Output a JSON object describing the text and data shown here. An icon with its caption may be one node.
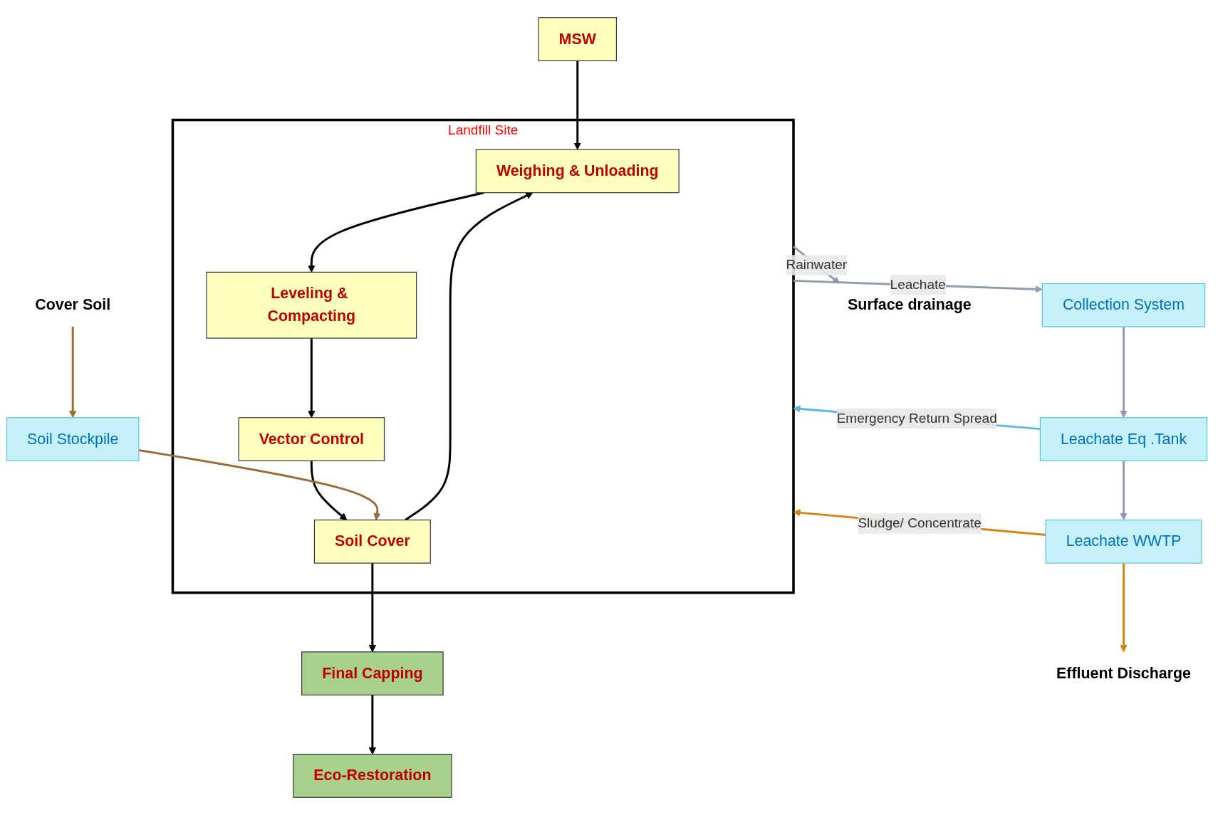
{
  "diagram": {
    "nodes": [
      {
        "text": [
          "Landfill Site"
        ]
      },
      {
        "text": [
          "MSW"
        ]
      },
      {
        "text": [
          "Weighing & Unloading"
        ],
        "in": 0
      },
      {
        "text": [
          "Leveling & Compacting"
        ],
        "in": 0
      },
      {
        "text": [
          "Vector Control"
        ],
        "in": 0
      },
      {
        "text": [
          "Soil Cover"
        ],
        "in": 0
      },
      {
        "text": [
          "Final Capping"
        ]
      },
      {
        "text": [
          "Eco-Restoration"
        ]
      },
      {
        "text": [
          "Collection System"
        ]
      },
      {
        "text": [
          "Leachate Eq .Tank"
        ]
      },
      {
        "text": [
          "Leachate WWTP"
        ]
      },
      {
        "text": [
          "Soil Stockpile"
        ]
      },
      {
        "text": [
          "Cover Soil"
        ]
      },
      {
        "text": [
          "Surface drainage"
        ]
      },
      {
        "text": [
          "Effluent Discharge"
        ]
      }
    ],
    "edges": [
      {
        "from": 1,
        "to": 2,
        "arrow": "to"
      },
      {
        "from": 2,
        "to": 3,
        "arrow": "to"
      },
      {
        "from": 3,
        "to": 4,
        "arrow": "to"
      },
      {
        "from": 4,
        "to": 5,
        "arrow": "to"
      },
      {
        "from": 5,
        "to": 6,
        "arrow": "to"
      },
      {
        "from": 6,
        "to": 7,
        "arrow": "to"
      },
      {
        "from": 5,
        "to": 2,
        "arrow": "to"
      },
      {
        "from": 11,
        "to": 5,
        "arrow": "to",
        "color": "#9c6b3a"
      },
      {
        "from": 12,
        "to": 11,
        "arrow": "to",
        "color": "#9c6b3a"
      },
      {
        "from": 0,
        "to": 8,
        "arrow": "to",
        "label": "Leachate",
        "color": "#8e9bb0"
      },
      {
        "from": 8,
        "to": 9,
        "arrow": "to",
        "color": "#8e9bb0"
      },
      {
        "from": 9,
        "to": 10,
        "arrow": "to",
        "color": "#8e9bb0"
      },
      {
        "from": 9,
        "to": 0,
        "arrow": "to",
        "label": "Emergency Return Spread",
        "color": "#5bb8dc"
      },
      {
        "from": 10,
        "to": 0,
        "arrow": "to",
        "label": "Sludge/ Concentrate",
        "color": "#d4840f"
      },
      {
        "from": 10,
        "to": 14,
        "arrow": "to",
        "color": "#d4840f"
      },
      {
        "from": 0,
        "to": 13,
        "arrow": "to",
        "label": "Rainwater",
        "color": "#8e9bb0"
      }
    ]
  }
}
